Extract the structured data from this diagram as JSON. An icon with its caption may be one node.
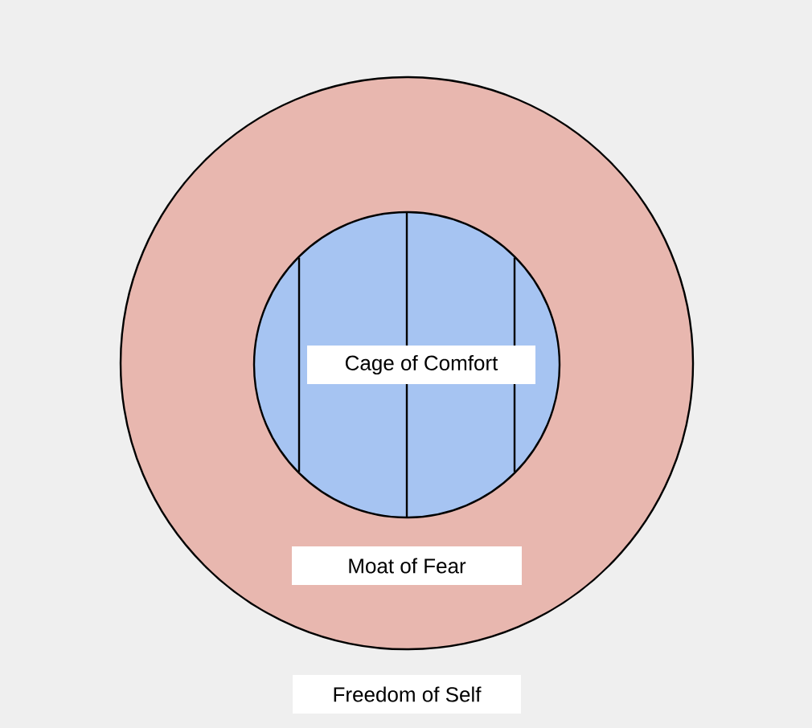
{
  "diagram": {
    "nodes": [
      {
        "text": [
          "Moat of Fear"
        ]
      },
      {
        "text": [
          "Cage of Comfort"
        ],
        "in": 0
      }
    ],
    "labels": [
      "Freedom of Self"
    ]
  }
}
